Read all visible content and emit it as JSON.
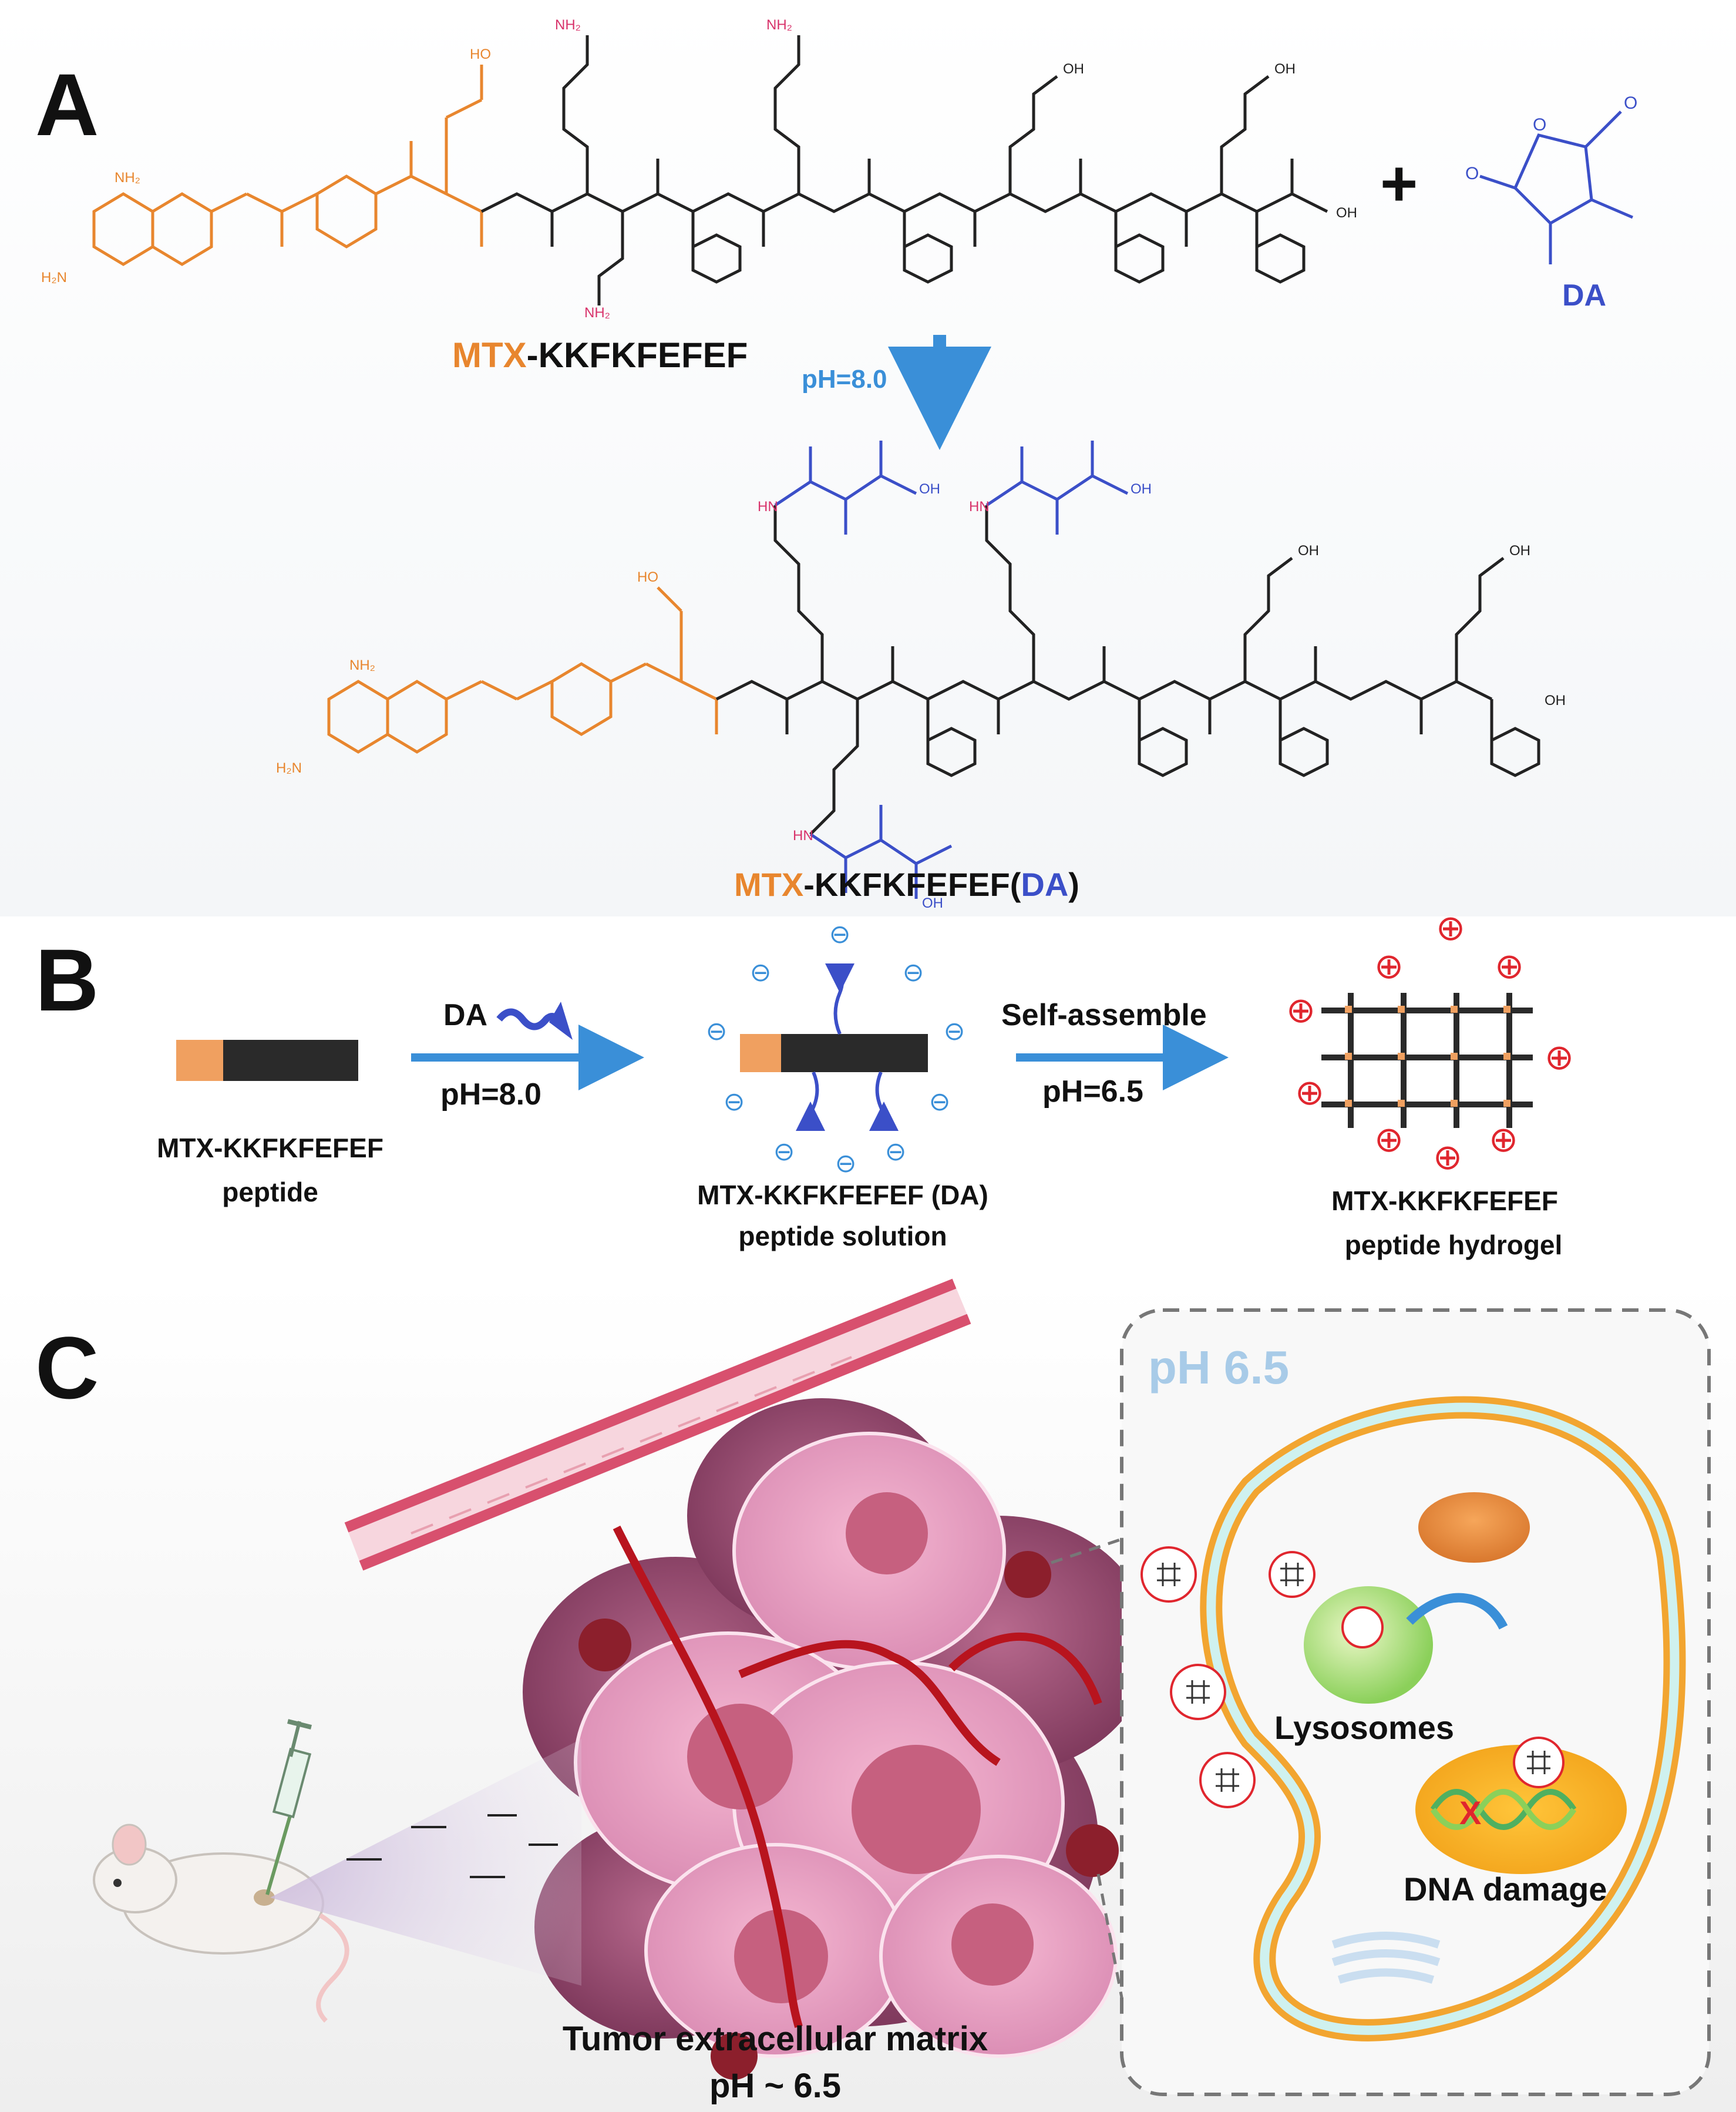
{
  "panels": {
    "A": {
      "letter": "A",
      "reactant_name": {
        "prefix": "MTX",
        "rest": "-KKFKFEFEF"
      },
      "reagent_name": "DA",
      "plus": "+",
      "condition": "pH=8.0",
      "product_name": {
        "prefix": "MTX",
        "middle": "-KKFKFEFEF(",
        "da": "DA",
        "suffix": ")"
      },
      "atom_labels": {
        "nh2": "NH₂",
        "h2n": "H₂N",
        "n": "N",
        "h": "H",
        "hn": "HN",
        "ho": "HO",
        "oh": "OH",
        "o": "O"
      }
    },
    "B": {
      "letter": "B",
      "step1": {
        "reagent": "DA",
        "condition": "pH=8.0"
      },
      "step2": {
        "label": "Self-assemble",
        "condition": "pH=6.5"
      },
      "item1": {
        "line1": "MTX-KKFKFEFEF",
        "line2": "peptide"
      },
      "item2": {
        "line1": "MTX-KKFKFEFEF (DA)",
        "line2": "peptide solution"
      },
      "item3": {
        "line1": "MTX-KKFKFEFEF",
        "line2": "peptide hydrogel"
      },
      "neg_symbol": "⊖",
      "pos_symbol": "⊕"
    },
    "C": {
      "letter": "C",
      "inset_ph": "pH 6.5",
      "lysosomes": "Lysosomes",
      "dna_damage": "DNA damage",
      "x_mark": "X",
      "tumor_line1": "Tumor extracellular matrix",
      "tumor_line2": "pH ~ 6.5"
    }
  },
  "colors": {
    "mtx_orange": "#E8862E",
    "da_blue": "#3B4FC8",
    "arrow_blue": "#3A8FD8",
    "amine_pink": "#D8336B",
    "ink": "#1A1A1A",
    "pos_red": "#E0262E",
    "inset_ph": "#A8CBE8"
  }
}
